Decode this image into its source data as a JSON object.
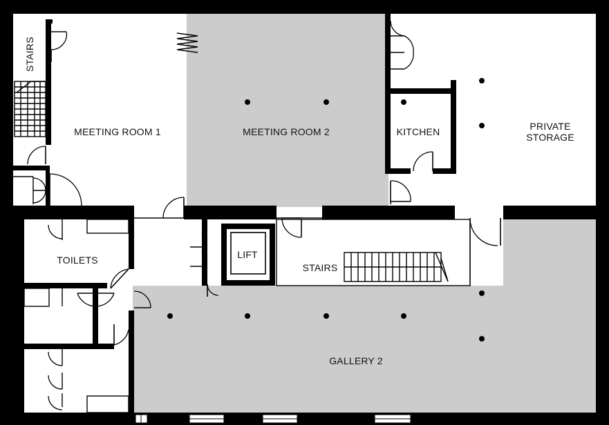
{
  "rooms": {
    "stairs_left": "STAIRS",
    "meeting_room_1": "MEETING ROOM 1",
    "meeting_room_2": "MEETING ROOM 2",
    "kitchen": "KITCHEN",
    "private_storage_line1": "PRIVATE",
    "private_storage_line2": "STORAGE",
    "toilets": "TOILETS",
    "lift": "LIFT",
    "stairs_center": "STAIRS",
    "gallery_2": "GALLERY 2"
  },
  "colors": {
    "wall": "#000000",
    "shaded_room": "#cccccc",
    "floor": "#ffffff"
  }
}
